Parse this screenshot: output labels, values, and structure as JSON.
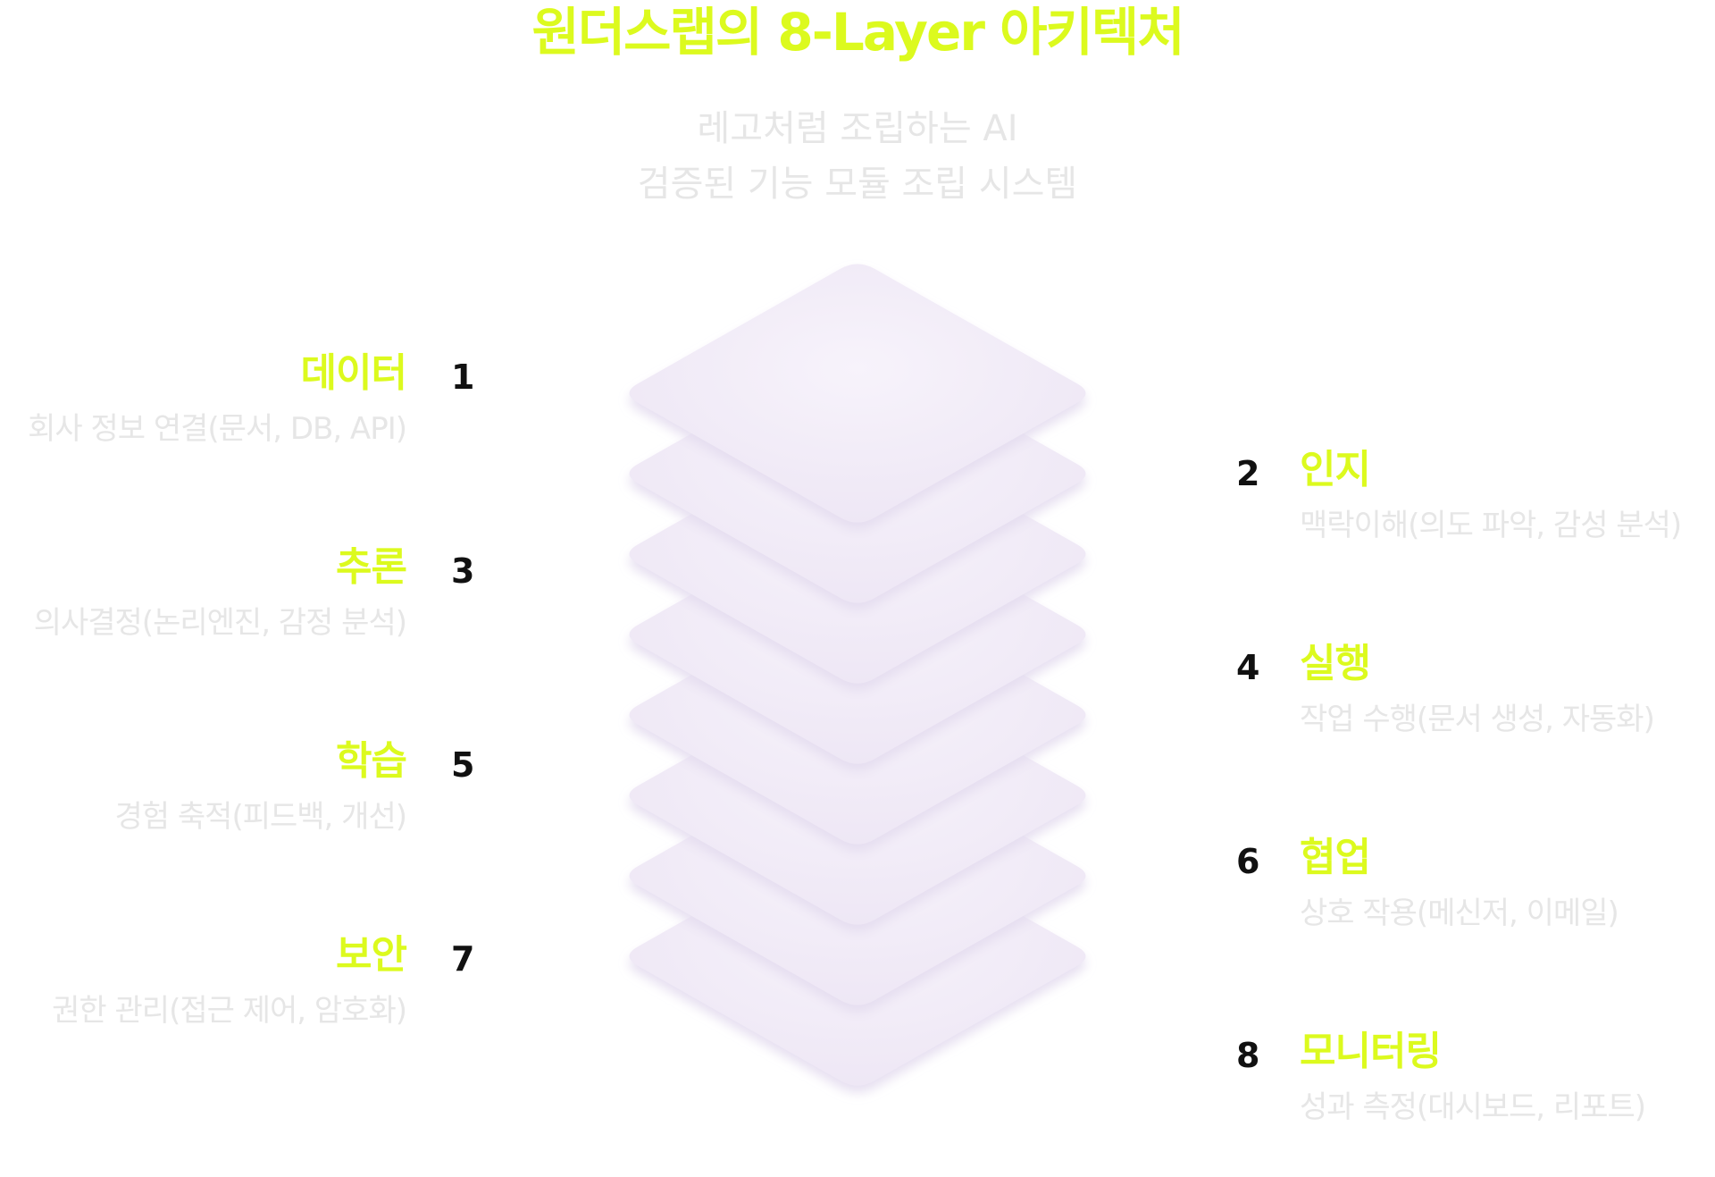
{
  "title": "원더스랩의 8-Layer 아키텍처",
  "subtitle": [
    "레고처럼 조립하는 AI",
    "검증된 기능 모듈 조립 시스템"
  ],
  "colors": {
    "accent": "#dcfa1e",
    "muted": "#e6e6e6",
    "number": "#111111",
    "tile": "#f4f0f9",
    "tile_shadow": "#e4dcef"
  },
  "layers": [
    {
      "num": "1",
      "name": "데이터",
      "desc": "회사 정보 연결(문서, DB, API)",
      "side": "left"
    },
    {
      "num": "2",
      "name": "인지",
      "desc": "맥락이해(의도 파악, 감성 분석)",
      "side": "right"
    },
    {
      "num": "3",
      "name": "추론",
      "desc": "의사결정(논리엔진, 감정 분석)",
      "side": "left"
    },
    {
      "num": "4",
      "name": "실행",
      "desc": "작업 수행(문서 생성, 자동화)",
      "side": "right"
    },
    {
      "num": "5",
      "name": "학습",
      "desc": "경험 축적(피드백, 개선)",
      "side": "left"
    },
    {
      "num": "6",
      "name": "협업",
      "desc": "상호 작용(메신저, 이메일)",
      "side": "right"
    },
    {
      "num": "7",
      "name": "보안",
      "desc": "권한 관리(접근 제어, 암호화)",
      "side": "left"
    },
    {
      "num": "8",
      "name": "모니터링",
      "desc": "성과 측정(대시보드, 리포트)",
      "side": "right"
    }
  ]
}
